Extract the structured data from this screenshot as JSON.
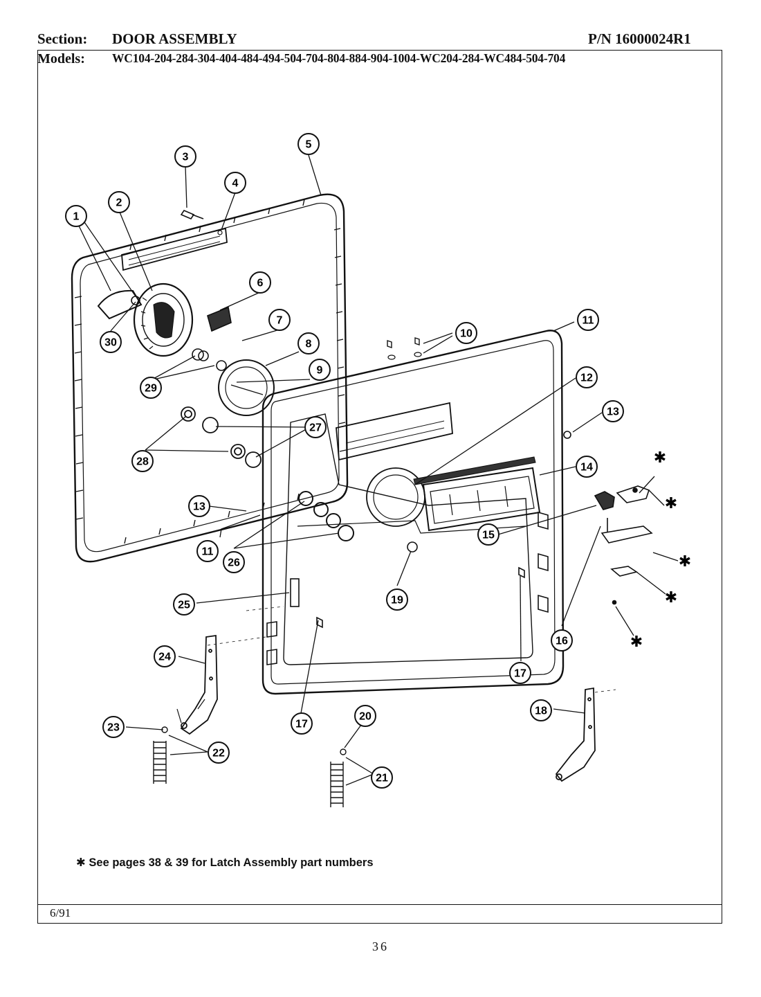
{
  "header": {
    "section_label": "Section:",
    "section_value": "DOOR ASSEMBLY",
    "part_number": "P/N 16000024R1",
    "models_label": "Models:",
    "models_value": "WC104-204-284-304-404-484-494-504-704-804-884-904-1004-WC204-284-WC484-504-704"
  },
  "note": "✱ See pages 38 & 39 for Latch Assembly part numbers",
  "footer": {
    "date": "6/91",
    "page": "36"
  },
  "callouts": [
    "1",
    "2",
    "3",
    "4",
    "5",
    "6",
    "7",
    "8",
    "9",
    "10",
    "11",
    "12",
    "13",
    "14",
    "15",
    "16",
    "17",
    "18",
    "19",
    "20",
    "21",
    "22",
    "23",
    "24",
    "25",
    "26",
    "27",
    "28",
    "29",
    "30",
    "11",
    "13",
    "17"
  ],
  "latch_marker": "✱"
}
